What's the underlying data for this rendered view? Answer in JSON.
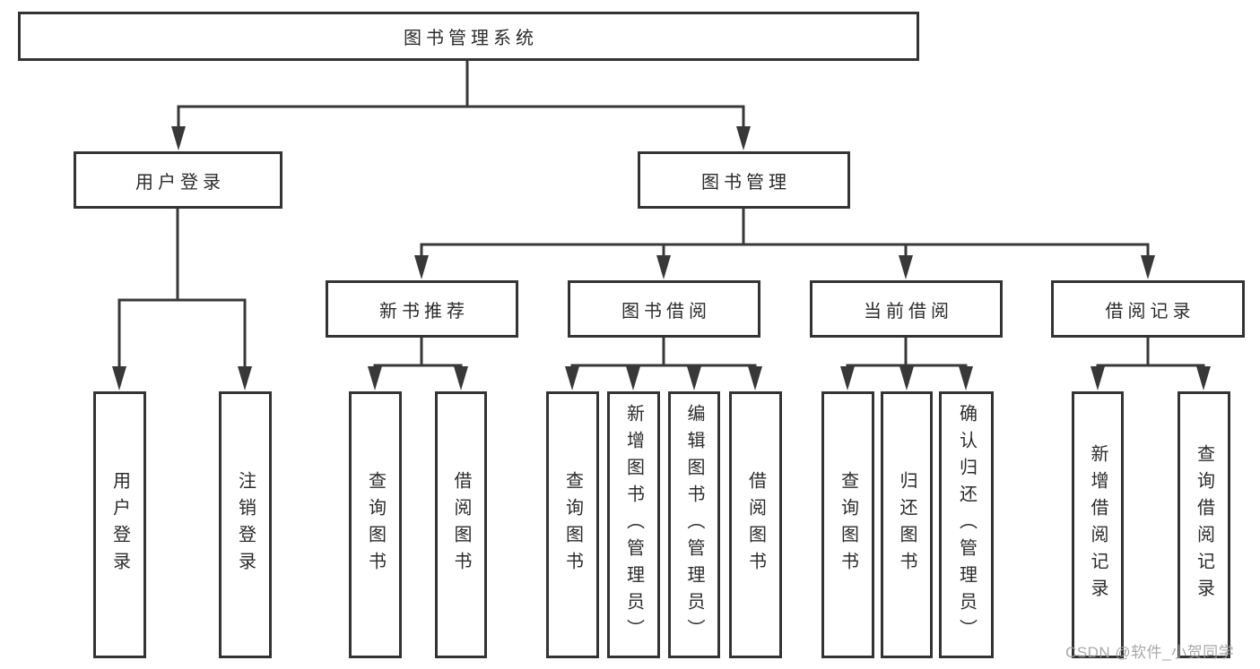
{
  "title": "图书管理系统",
  "nodes": {
    "user_login": "用户登录",
    "book_mgmt": "图书管理",
    "new_book": "新书推荐",
    "book_borrow": "图书借阅",
    "current_borrow": "当前借阅",
    "borrow_record": "借阅记录",
    "ul_login": "用户登录",
    "ul_logout": "注销登录",
    "nb_query": "查询图书",
    "nb_borrow": "借阅图书",
    "bb_query": "查询图书",
    "bb_add": "新增图书（管理员）",
    "bb_edit": "编辑图书（管理员）",
    "bb_borrow": "借阅图书",
    "cb_query": "查询图书",
    "cb_return": "归还图书",
    "cb_confirm": "确认归还（管理员）",
    "br_add": "新增借阅记录",
    "br_query": "查询借阅记录"
  },
  "watermark": "CSDN @软件_小贺同学",
  "colors": {
    "line": "#383838",
    "text": "#2b2b2b",
    "watermark": "#9e9e9e",
    "background": "#ffffff"
  }
}
